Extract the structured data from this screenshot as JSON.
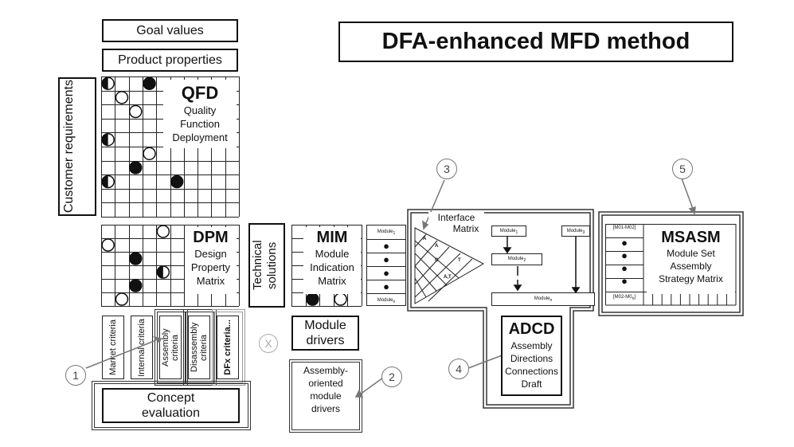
{
  "title": "DFA-enhanced MFD method",
  "goal_values": "Goal values",
  "product_properties": "Product properties",
  "customer_requirements": "Customer requirements",
  "qfd": {
    "abbr": "QFD",
    "line1": "Quality",
    "line2": "Function",
    "line3": "Deployment"
  },
  "dpm": {
    "abbr": "DPM",
    "line1": "Design",
    "line2": "Property",
    "line3": "Matrix"
  },
  "technical_solutions": "Technical solutions",
  "mim": {
    "abbr": "MIM",
    "line1": "Module",
    "line2": "Indication",
    "line3": "Matrix"
  },
  "module_drivers": {
    "line1": "Module",
    "line2": "drivers"
  },
  "criteria": [
    "Market criteria",
    "Internal criteria",
    "Assembly criteria",
    "Disassembly criteria",
    "DFx criteria..."
  ],
  "excluded_marker": "X",
  "concept_evaluation": {
    "line1": "Concept",
    "line2": "evaluation"
  },
  "assembly_module_drivers": {
    "line1": "Assembly-",
    "line2": "oriented",
    "line3": "module",
    "line4": "drivers"
  },
  "module_list": {
    "first": "Module",
    "first_sub": "1",
    "last": "Module",
    "last_sub": "n"
  },
  "interface_matrix": {
    "line1": "Interface",
    "line2": "Matrix",
    "cells": [
      "A",
      "A",
      "C",
      "T",
      "A,T"
    ]
  },
  "flow": {
    "module1": "Module",
    "module1_sub": "1",
    "module2": "Module",
    "module2_sub": "2",
    "module3": "Module",
    "module3_sub": "3",
    "modulen": "Module",
    "modulen_sub": "n"
  },
  "adcd": {
    "abbr": "ADCD",
    "line1": "Assembly",
    "line2": "Directions",
    "line3": "Connections",
    "line4": "Draft"
  },
  "msasm": {
    "abbr": "MSASM",
    "line1": "Module Set",
    "line2": "Assembly",
    "line3": "Strategy Matrix",
    "top_label": "[M01-M02]",
    "bottom_label": "[M02-M0",
    "bottom_label_sub": "n",
    "bottom_label_end": "]"
  },
  "step_numbers": [
    "1",
    "2",
    "3",
    "4",
    "5"
  ]
}
